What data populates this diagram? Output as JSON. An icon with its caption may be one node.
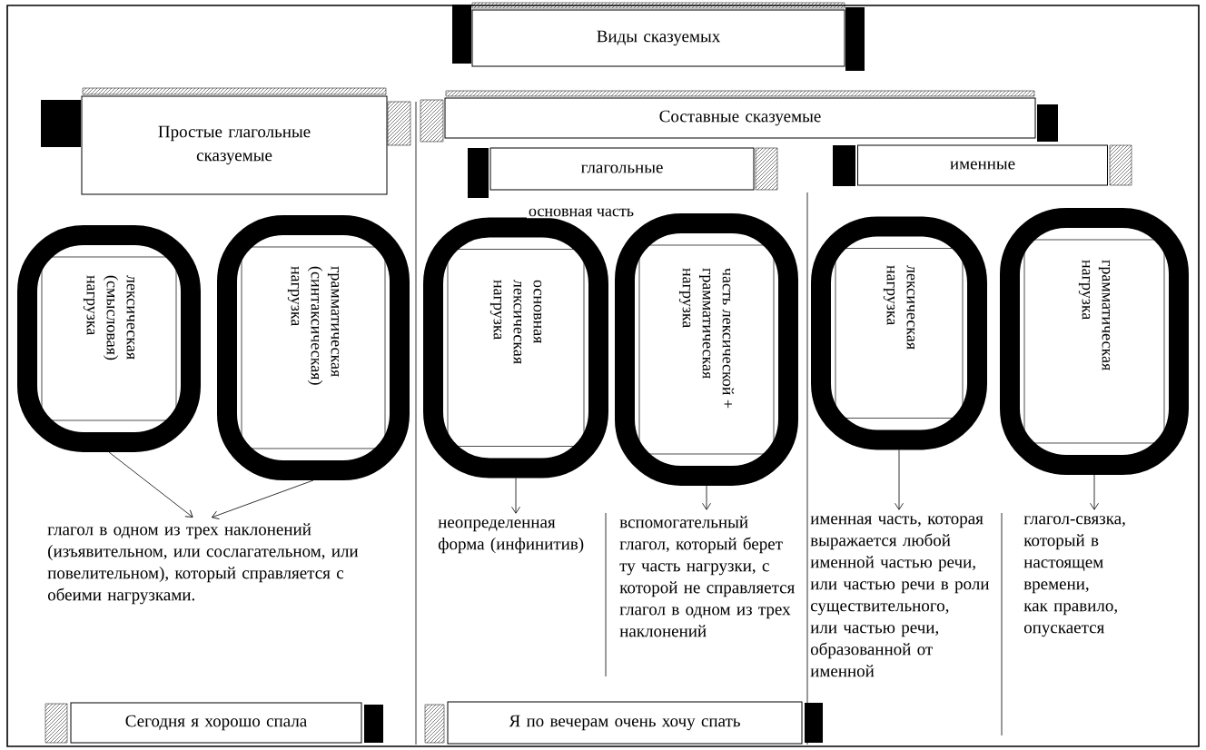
{
  "diagram": {
    "nodes": [
      {
        "text": [
          "Виды сказуемых"
        ]
      },
      {
        "text": [
          "Простые глагольные сказуемые"
        ]
      },
      {
        "text": [
          "Составные сказуемые"
        ]
      },
      {
        "text": [
          "глагольные"
        ]
      },
      {
        "text": [
          "именные"
        ]
      },
      {
        "text": [
          "лексическая (смысловая) нагрузка"
        ]
      },
      {
        "text": [
          "грамматическая (синтаксическая) нагрузка"
        ]
      },
      {
        "text": [
          "основная лексическая нагрузка"
        ]
      },
      {
        "text": [
          "часть лексической + грамматическая нагрузка"
        ]
      },
      {
        "text": [
          "лексическая нагрузка"
        ]
      },
      {
        "text": [
          "грамматическая нагрузка"
        ]
      },
      {
        "text": [
          "глагол в одном из трех наклонений (изъявительном, или сослагательном, или повелительном), который справляется с обеими нагрузками."
        ]
      },
      {
        "text": [
          "неопределенная форма (инфинитив)"
        ]
      },
      {
        "text": [
          "вспомогательный глагол, который берет ту часть нагрузки, с которой не справляется глагол в одном из трех наклонений"
        ]
      },
      {
        "text": [
          "именная часть, которая выражается любой именной частью речи, или частью речи в роли существительного, или частью речи, образованной от именной"
        ]
      },
      {
        "text": [
          "глагол-связка, который в настоящем времени, как правило, опускается"
        ]
      },
      {
        "text": [
          "Сегодня я хорошо спала"
        ]
      },
      {
        "text": [
          "Я по вечерам очень хочу спать"
        ]
      }
    ],
    "edges": [
      {
        "from": 5,
        "to": 11,
        "arrow": "to"
      },
      {
        "from": 6,
        "to": 11,
        "arrow": "to"
      },
      {
        "from": 7,
        "to": 12,
        "arrow": "to"
      },
      {
        "from": 8,
        "to": 13,
        "arrow": "to"
      },
      {
        "from": 9,
        "to": 14,
        "arrow": "to"
      },
      {
        "from": 10,
        "to": 15,
        "arrow": "to"
      }
    ],
    "labels": [
      "основная часть"
    ]
  }
}
